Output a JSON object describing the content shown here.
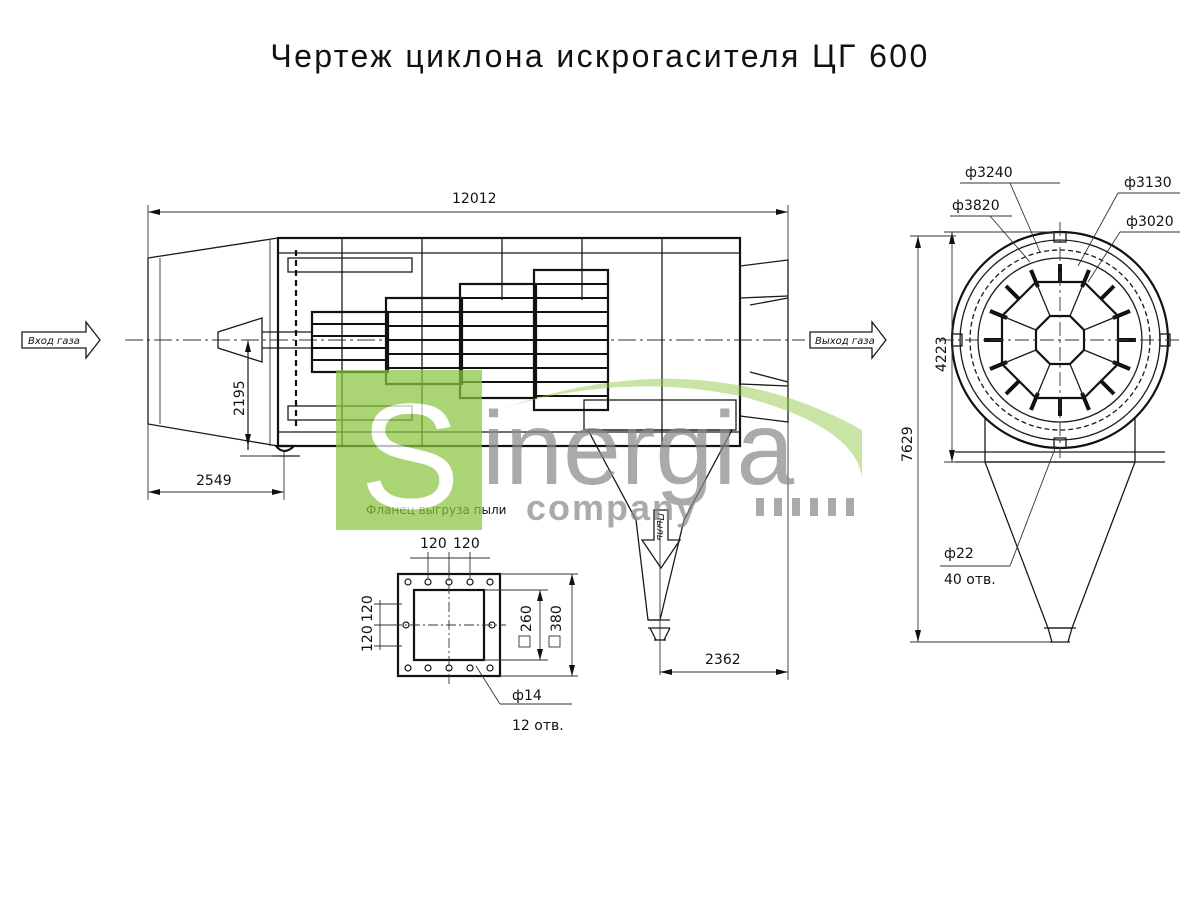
{
  "title": "Чертеж циклона искрогасителя ЦГ 600",
  "labels": {
    "inlet": "Вход газа",
    "outlet": "Выход газа",
    "dust": "Пыль",
    "flange_label": "Фланец выгруза пыли"
  },
  "dimensions": {
    "total_length": "12012",
    "inlet_height": "2195",
    "inlet_length": "2549",
    "hopper_offset": "2362",
    "d_3240": "ф3240",
    "d_3820": "ф3820",
    "d_3130": "ф3130",
    "d_3020": "ф3020",
    "height_4223": "4223",
    "height_7629": "7629",
    "hole_d22": "ф22",
    "holes_40": "40 отв.",
    "flange_pitch_a": "120",
    "flange_pitch_b": "120",
    "flange_side_a": "120",
    "flange_side_b": "120",
    "flange_inner": "260",
    "flange_outer": "380",
    "hole_d14": "ф14",
    "holes_12": "12 отв."
  },
  "watermark": {
    "letter": "S",
    "word": "inergia",
    "sub": "company"
  },
  "colors": {
    "line": "#1a1a1a",
    "watermark_green": "#8cc63f",
    "watermark_gray": "#7f7f7f"
  }
}
